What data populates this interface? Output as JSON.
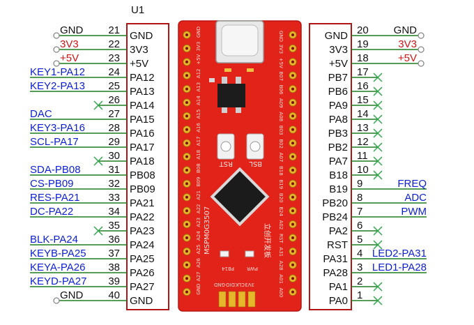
{
  "designator": "U1",
  "colors": {
    "wire": "#1e7d1e",
    "xmark": "#2ea84a",
    "net_blue": "#0b1fd6",
    "net_red": "#d21414",
    "net_black": "#111111",
    "pcb": "#e2231a",
    "pcb_dark": "#b8140e",
    "pad": "#e6b72a"
  },
  "left_pins": [
    {
      "num": "21",
      "name": "GND",
      "net": "GND",
      "net_color": "black",
      "terminal": "circle"
    },
    {
      "num": "22",
      "name": "3V3",
      "net": "3V3",
      "net_color": "red",
      "terminal": "circle"
    },
    {
      "num": "23",
      "name": "+5V",
      "net": "+5V",
      "net_color": "red",
      "terminal": "circle"
    },
    {
      "num": "24",
      "name": "PA12",
      "net": "KEY1-PA12",
      "net_color": "blue",
      "terminal": "line"
    },
    {
      "num": "25",
      "name": "PA13",
      "net": "KEY2-PA13",
      "net_color": "blue",
      "terminal": "line"
    },
    {
      "num": "26",
      "name": "PA14",
      "net": "",
      "net_color": "",
      "terminal": "x"
    },
    {
      "num": "27",
      "name": "PA15",
      "net": "DAC",
      "net_color": "blue",
      "terminal": "line"
    },
    {
      "num": "28",
      "name": "PA16",
      "net": "KEY3-PA16",
      "net_color": "blue",
      "terminal": "line"
    },
    {
      "num": "29",
      "name": "PA17",
      "net": "SCL-PA17",
      "net_color": "blue",
      "terminal": "line"
    },
    {
      "num": "30",
      "name": "PA18",
      "net": "",
      "net_color": "",
      "terminal": "x"
    },
    {
      "num": "31",
      "name": "PB08",
      "net": "SDA-PB08",
      "net_color": "blue",
      "terminal": "line"
    },
    {
      "num": "32",
      "name": "PB09",
      "net": "CS-PB09",
      "net_color": "blue",
      "terminal": "line"
    },
    {
      "num": "33",
      "name": "PA21",
      "net": "RES-PA21",
      "net_color": "blue",
      "terminal": "line"
    },
    {
      "num": "34",
      "name": "PA22",
      "net": "DC-PA22",
      "net_color": "blue",
      "terminal": "line"
    },
    {
      "num": "35",
      "name": "PA23",
      "net": "",
      "net_color": "",
      "terminal": "x"
    },
    {
      "num": "36",
      "name": "PA24",
      "net": "BLK-PA24",
      "net_color": "blue",
      "terminal": "line"
    },
    {
      "num": "37",
      "name": "PA25",
      "net": "KEYB-PA25",
      "net_color": "blue",
      "terminal": "line"
    },
    {
      "num": "38",
      "name": "PA26",
      "net": "KEYA-PA26",
      "net_color": "blue",
      "terminal": "line"
    },
    {
      "num": "39",
      "name": "PA27",
      "net": "KEYD-PA27",
      "net_color": "blue",
      "terminal": "line"
    },
    {
      "num": "40",
      "name": "GND",
      "net": "GND",
      "net_color": "black",
      "terminal": "circle"
    }
  ],
  "right_pins": [
    {
      "num": "20",
      "name": "GND",
      "net": "GND",
      "net_color": "black",
      "terminal": "circle"
    },
    {
      "num": "19",
      "name": "3V3",
      "net": "3V3",
      "net_color": "red",
      "terminal": "circle"
    },
    {
      "num": "18",
      "name": "+5V",
      "net": "+5V",
      "net_color": "red",
      "terminal": "circle"
    },
    {
      "num": "17",
      "name": "PB7",
      "net": "",
      "net_color": "",
      "terminal": "x"
    },
    {
      "num": "16",
      "name": "PB6",
      "net": "",
      "net_color": "",
      "terminal": "x"
    },
    {
      "num": "15",
      "name": "PA9",
      "net": "",
      "net_color": "",
      "terminal": "x"
    },
    {
      "num": "14",
      "name": "PA8",
      "net": "",
      "net_color": "",
      "terminal": "x"
    },
    {
      "num": "13",
      "name": "PB3",
      "net": "",
      "net_color": "",
      "terminal": "x"
    },
    {
      "num": "12",
      "name": "PB2",
      "net": "",
      "net_color": "",
      "terminal": "x"
    },
    {
      "num": "11",
      "name": "PA7",
      "net": "",
      "net_color": "",
      "terminal": "x"
    },
    {
      "num": "10",
      "name": "B18",
      "net": "",
      "net_color": "",
      "terminal": "x"
    },
    {
      "num": "9",
      "name": "B19",
      "net": "FREQ",
      "net_color": "blue",
      "terminal": "line"
    },
    {
      "num": "8",
      "name": "PB20",
      "net": "ADC",
      "net_color": "blue",
      "terminal": "line"
    },
    {
      "num": "7",
      "name": "PB24",
      "net": "PWM",
      "net_color": "blue",
      "terminal": "line"
    },
    {
      "num": "6",
      "name": "PA2",
      "net": "",
      "net_color": "",
      "terminal": "x"
    },
    {
      "num": "5",
      "name": "RST",
      "net": "",
      "net_color": "",
      "terminal": "x"
    },
    {
      "num": "4",
      "name": "PA31",
      "net": "LED2-PA31",
      "net_color": "blue",
      "terminal": "line"
    },
    {
      "num": "3",
      "name": "PA28",
      "net": "LED1-PA28",
      "net_color": "blue",
      "terminal": "line"
    },
    {
      "num": "2",
      "name": "PA1",
      "net": "",
      "net_color": "",
      "terminal": "x"
    },
    {
      "num": "1",
      "name": "PA0",
      "net": "",
      "net_color": "",
      "terminal": "x"
    }
  ],
  "board": {
    "model": "MSPM0G3507",
    "brand": "立创开发板",
    "button_left": "RST",
    "button_right": "BSL",
    "led_pwr": "PWR",
    "led_pb14": "PB14",
    "bottom_header": [
      "GND",
      "DIO",
      "CLK",
      "3V3"
    ],
    "left_silk": [
      "GND",
      "3V3",
      "+5V",
      "A12",
      "A13",
      "A14",
      "A15",
      "A16",
      "A17",
      "A18",
      "B08",
      "B09",
      "A21",
      "A22",
      "A23",
      "A24",
      "A25",
      "A26",
      "A27",
      "GND"
    ],
    "right_silk": [
      "GND",
      "3V3",
      "+5V",
      "B07",
      "B06",
      "A09",
      "A08",
      "B03",
      "B02",
      "A07",
      "B18",
      "B19",
      "B20",
      "B24",
      "A02",
      "RST",
      "A31",
      "A28",
      "A01",
      "A00"
    ]
  }
}
